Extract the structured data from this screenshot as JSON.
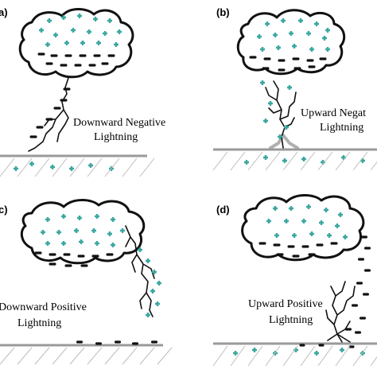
{
  "colors": {
    "positive_charge": "#3aa7a0",
    "negative_charge": "#111111",
    "ground_line": "#9a9a9a",
    "hatch": "#bdbdbd",
    "background": "#ffffff"
  },
  "icons": {
    "positive": "plus-charge-icon",
    "negative": "minus-charge-icon"
  },
  "panels": [
    {
      "letter": "a)",
      "caption_line1": "Downward Negative",
      "caption_line2": "Lightning"
    },
    {
      "letter": "(b)",
      "caption_line1": "Upward Negat",
      "caption_line2": "Lightning"
    },
    {
      "letter": "c)",
      "caption_line1": "Downward Positive",
      "caption_line2": "Lightning"
    },
    {
      "letter": "(d)",
      "caption_line1": "Upward Positive",
      "caption_line2": "Lightning"
    }
  ]
}
